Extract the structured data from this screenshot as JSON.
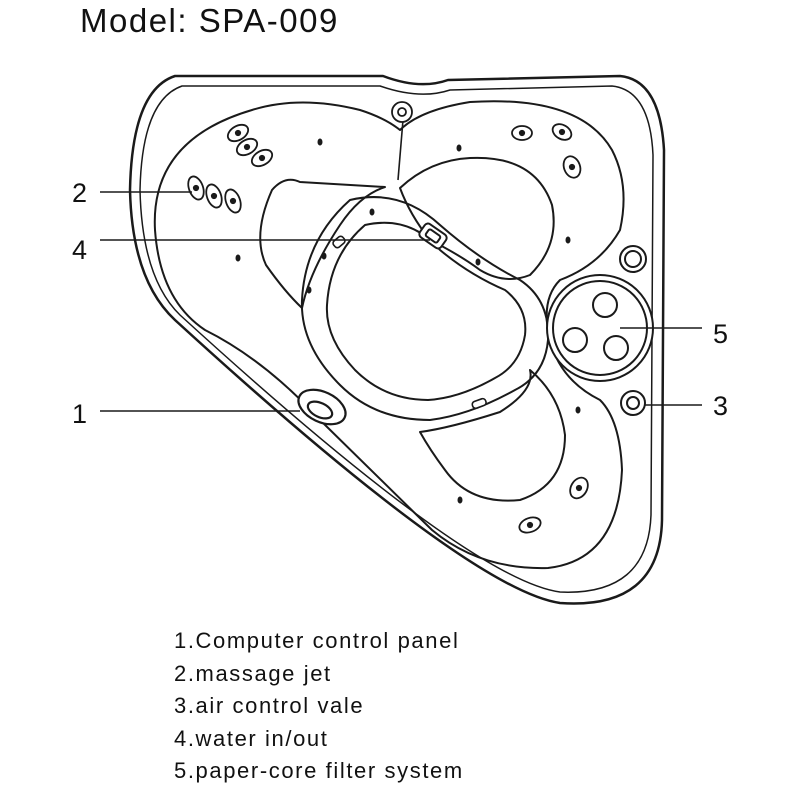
{
  "title": "Model: SPA-009",
  "callouts": [
    "1",
    "2",
    "3",
    "4",
    "5"
  ],
  "legend": [
    "1.Computer control panel",
    "2.massage jet",
    "3.air control vale",
    "4.water in/out",
    "5.paper-core filter system"
  ]
}
